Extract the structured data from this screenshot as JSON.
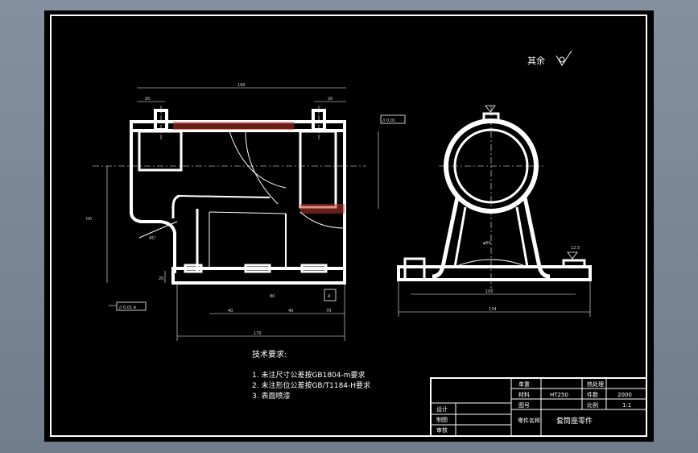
{
  "drawing": {
    "roughness_note": "其余",
    "dimensions": {
      "overall_length": "190",
      "left_flange": "20",
      "right_flange": "20",
      "height": "H0",
      "base_height": "20",
      "foot_span_1": "40",
      "mid_span": "80",
      "foot_span_2": "40",
      "foot_span_3": "70",
      "overall_base": "170",
      "bore_dia": "φ60",
      "bore_spacing": "100",
      "overall_width": "134",
      "chamfer": "45°",
      "roughness_value": "12.5"
    },
    "tolerances": {
      "parallelism": "// 0.01",
      "datum_parallel": "// 0.01 A",
      "datum_A": "A"
    },
    "tech_requirements": {
      "title": "技术要求:",
      "items": [
        "1. 未注尺寸公差按GB1804-m要求",
        "2. 未注形位公差按GB/T1184-H要求",
        "3. 表面喷漆"
      ]
    },
    "title_block": {
      "drawing_name": "套筒座零件",
      "material_label": "材料",
      "material_value": "HT250",
      "qty_label": "件数",
      "qty_value": "2000",
      "scale_label": "比例",
      "scale_value": "1:1",
      "drawing_no_label": "图号",
      "process_label": "热处理",
      "unit_label": "单重",
      "part_label": "零件名称",
      "design_label": "设计",
      "draw_label": "制图",
      "check_label": "审核"
    }
  }
}
